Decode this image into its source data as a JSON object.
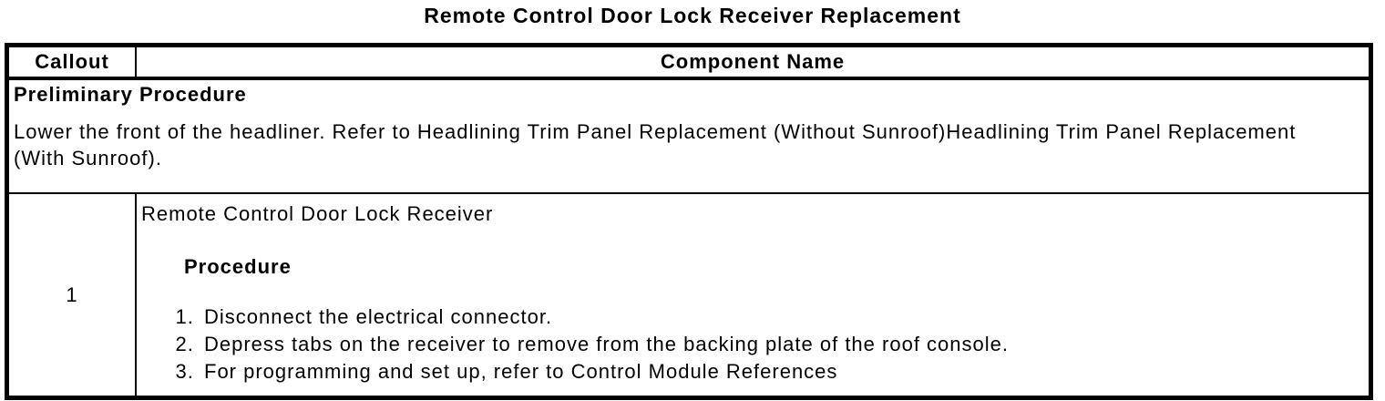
{
  "page_title": "Remote Control Door Lock Receiver Replacement",
  "table": {
    "headers": {
      "callout": "Callout",
      "component": "Component Name"
    },
    "preliminary": {
      "heading": "Preliminary Procedure",
      "body": "Lower the front of the headliner. Refer to Headlining Trim Panel Replacement (Without Sunroof)Headlining Trim Panel Replacement (With Sunroof)."
    },
    "rows": [
      {
        "callout": "1",
        "component": "Remote Control Door Lock Receiver",
        "procedure_heading": "Procedure",
        "steps": [
          "Disconnect the electrical connector.",
          "Depress tabs on the receiver to remove from the backing plate of the roof console.",
          "For programming and set up, refer to Control Module References"
        ]
      }
    ]
  },
  "colors": {
    "text": "#000000",
    "border": "#000000",
    "background": "#ffffff"
  }
}
